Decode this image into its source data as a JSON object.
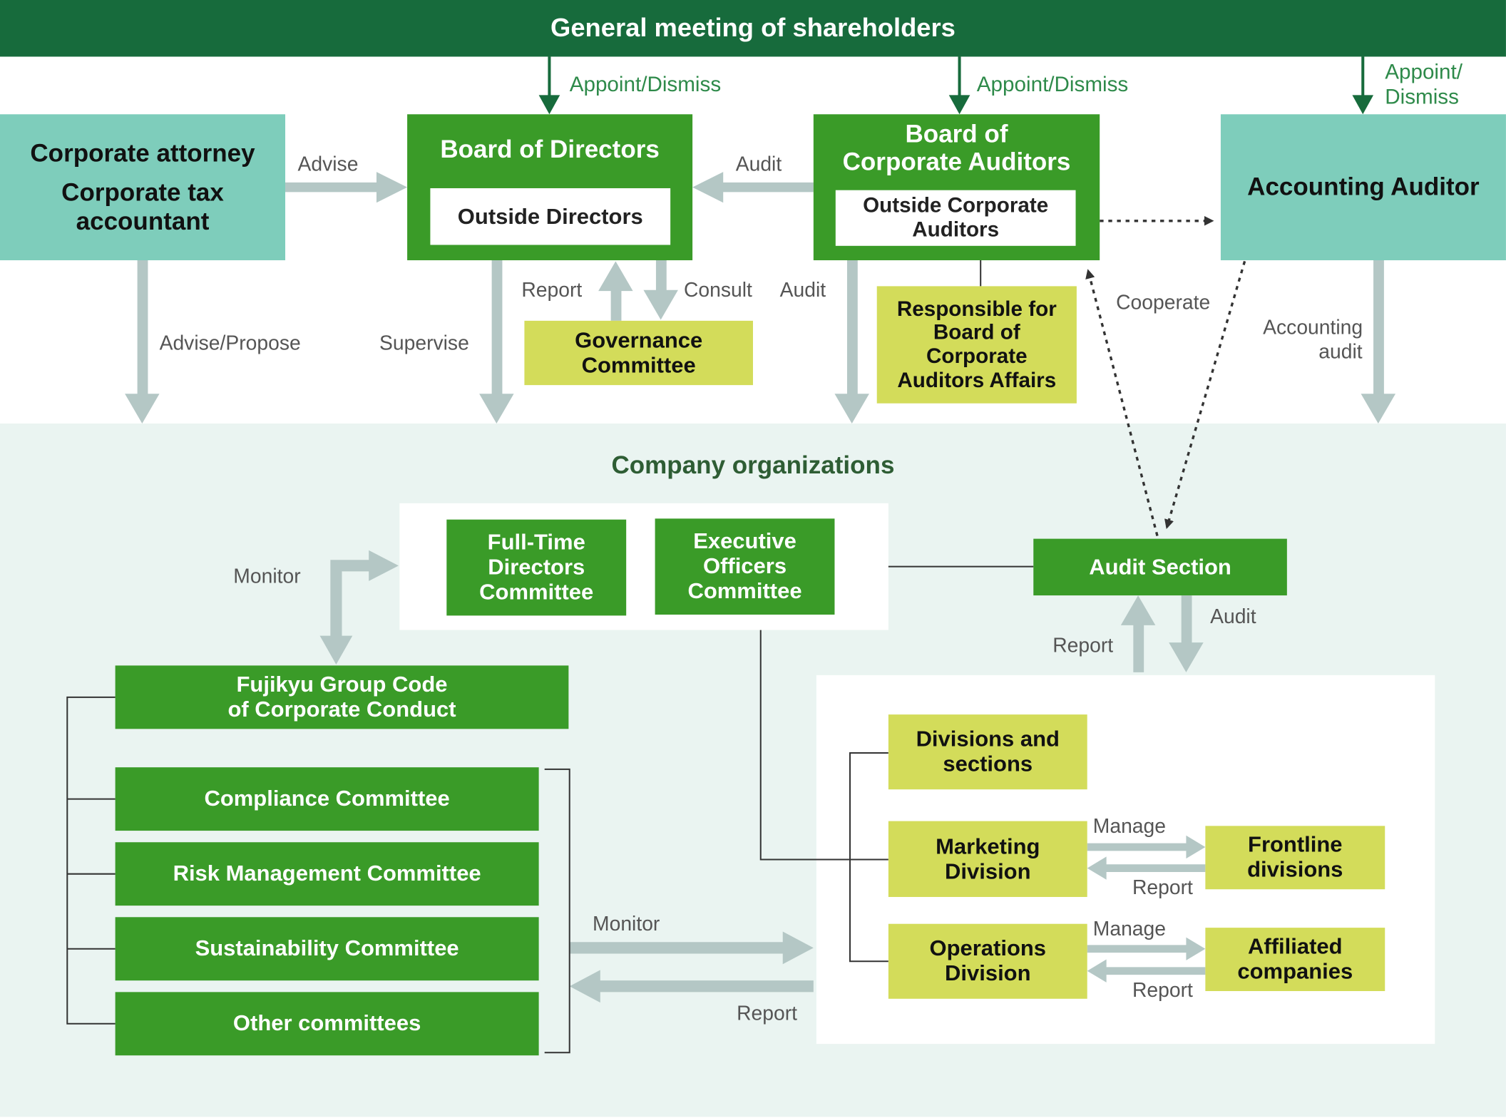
{
  "top_banner": "General meeting of shareholders",
  "section_title": "Company organizations",
  "boxes": {
    "corporate_attorney": "Corporate attorney",
    "corporate_tax": "Corporate tax accountant",
    "board_directors": "Board of Directors",
    "outside_directors": "Outside Directors",
    "board_auditors_line1": "Board of",
    "board_auditors_line2": "Corporate Auditors",
    "outside_auditors": "Outside Corporate Auditors",
    "accounting_auditor": "Accounting Auditor",
    "governance_committee": "Governance Committee",
    "responsible_auditors": "Responsible for Board of Corporate Auditors Affairs",
    "full_time_directors": "Full-Time Directors Committee",
    "executive_officers": "Executive Officers Committee",
    "audit_section": "Audit Section",
    "code_line1": "Fujikyu Group Code",
    "code_line2": "of Corporate Conduct",
    "compliance": "Compliance Committee",
    "risk_management": "Risk Management Committee",
    "sustainability": "Sustainability Committee",
    "other_committees": "Other committees",
    "divisions_sections": "Divisions and sections",
    "marketing_division": "Marketing Division",
    "operations_division": "Operations Division",
    "frontline_divisions": "Frontline divisions",
    "affiliated_companies": "Affiliated companies"
  },
  "labels": {
    "appoint_1": "Appoint/Dismiss",
    "appoint_2": "Appoint/Dismiss",
    "appoint_3a": "Appoint/",
    "appoint_3b": "Dismiss",
    "advise": "Advise",
    "audit_top": "Audit",
    "report_bod": "Report",
    "consult": "Consult",
    "audit_down": "Audit",
    "advise_propose": "Advise/Propose",
    "supervise": "Supervise",
    "cooperate": "Cooperate",
    "accounting_audit_a": "Accounting",
    "accounting_audit_b": "audit",
    "monitor_top": "Monitor",
    "report_audit": "Report",
    "audit_audit": "Audit",
    "manage_1": "Manage",
    "report_1": "Report",
    "manage_2": "Manage",
    "report_2": "Report",
    "monitor_bottom": "Monitor",
    "report_bottom": "Report"
  },
  "colors": {
    "banner": "#176b3c",
    "dark_green": "#3a9b28",
    "light_green": "#d3dc5a",
    "teal": "#7ecdbb",
    "pale_bg": "#eaf4f1",
    "arrow_gray": "#b4c7c5"
  }
}
